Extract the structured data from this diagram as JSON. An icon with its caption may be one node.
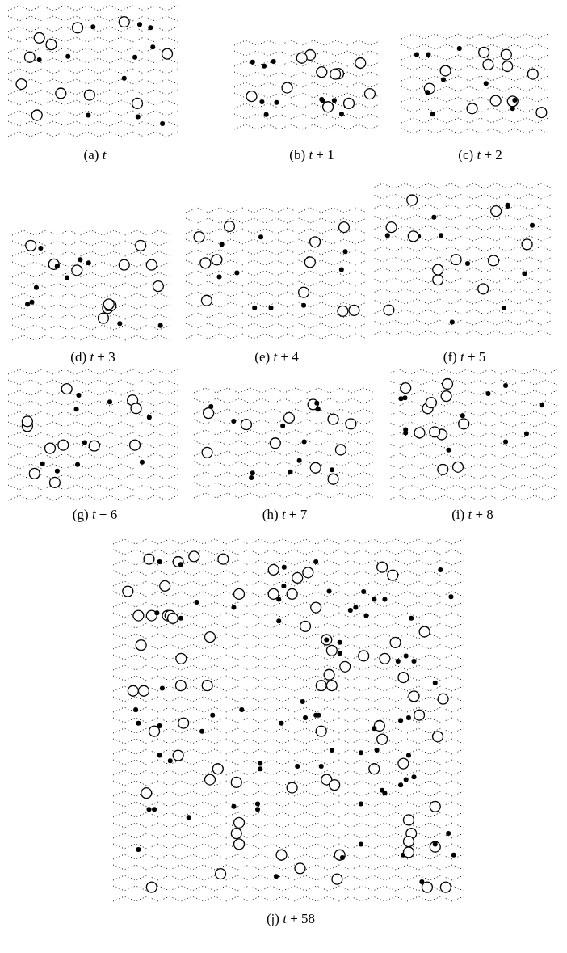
{
  "diagram": {
    "labels": [
      "(a) *t*",
      "(b) *t* + 1",
      "(c) *t* + 2",
      "(d) *t* + 3",
      "(e) *t* + 4",
      "(f) *t* + 5",
      "(g) *t* + 6",
      "(h) *t* + 7",
      "(i) *t* + 8",
      "(j) *t* + 58"
    ]
  }
}
